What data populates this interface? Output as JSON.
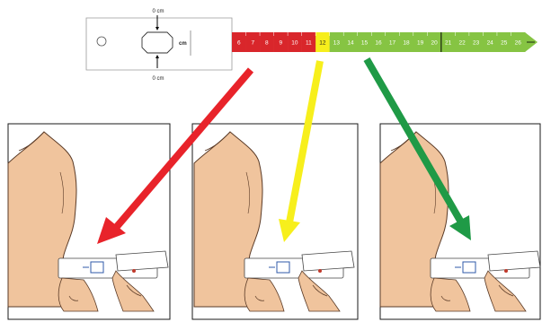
{
  "tape": {
    "top_mark": "0 cm",
    "bottom_mark": "0 cm",
    "unit": "cm",
    "scale": [
      "6",
      "7",
      "8",
      "9",
      "10",
      "11",
      "12",
      "13",
      "14",
      "15",
      "16",
      "17",
      "18",
      "19",
      "20",
      "21",
      "22",
      "23",
      "24",
      "25",
      "26"
    ],
    "zones": [
      {
        "name": "red",
        "from": "6",
        "to": "11",
        "color": "#d9262b"
      },
      {
        "name": "yellow",
        "from": "12",
        "to": "12",
        "color": "#f6ee1c"
      },
      {
        "name": "green",
        "from": "13",
        "to": "26",
        "color": "#86c443"
      }
    ]
  },
  "arrows": [
    {
      "color": "#e8232a",
      "target_panel": 1
    },
    {
      "color": "#f7ef1c",
      "target_panel": 2
    },
    {
      "color": "#1f9a46",
      "target_panel": 3
    }
  ],
  "panels": [
    {
      "id": 1
    },
    {
      "id": 2
    },
    {
      "id": 3
    }
  ],
  "colors": {
    "skin": "#f0c49d",
    "skin_outline": "#5a3a26",
    "panel_border": "#1a1a1a"
  }
}
